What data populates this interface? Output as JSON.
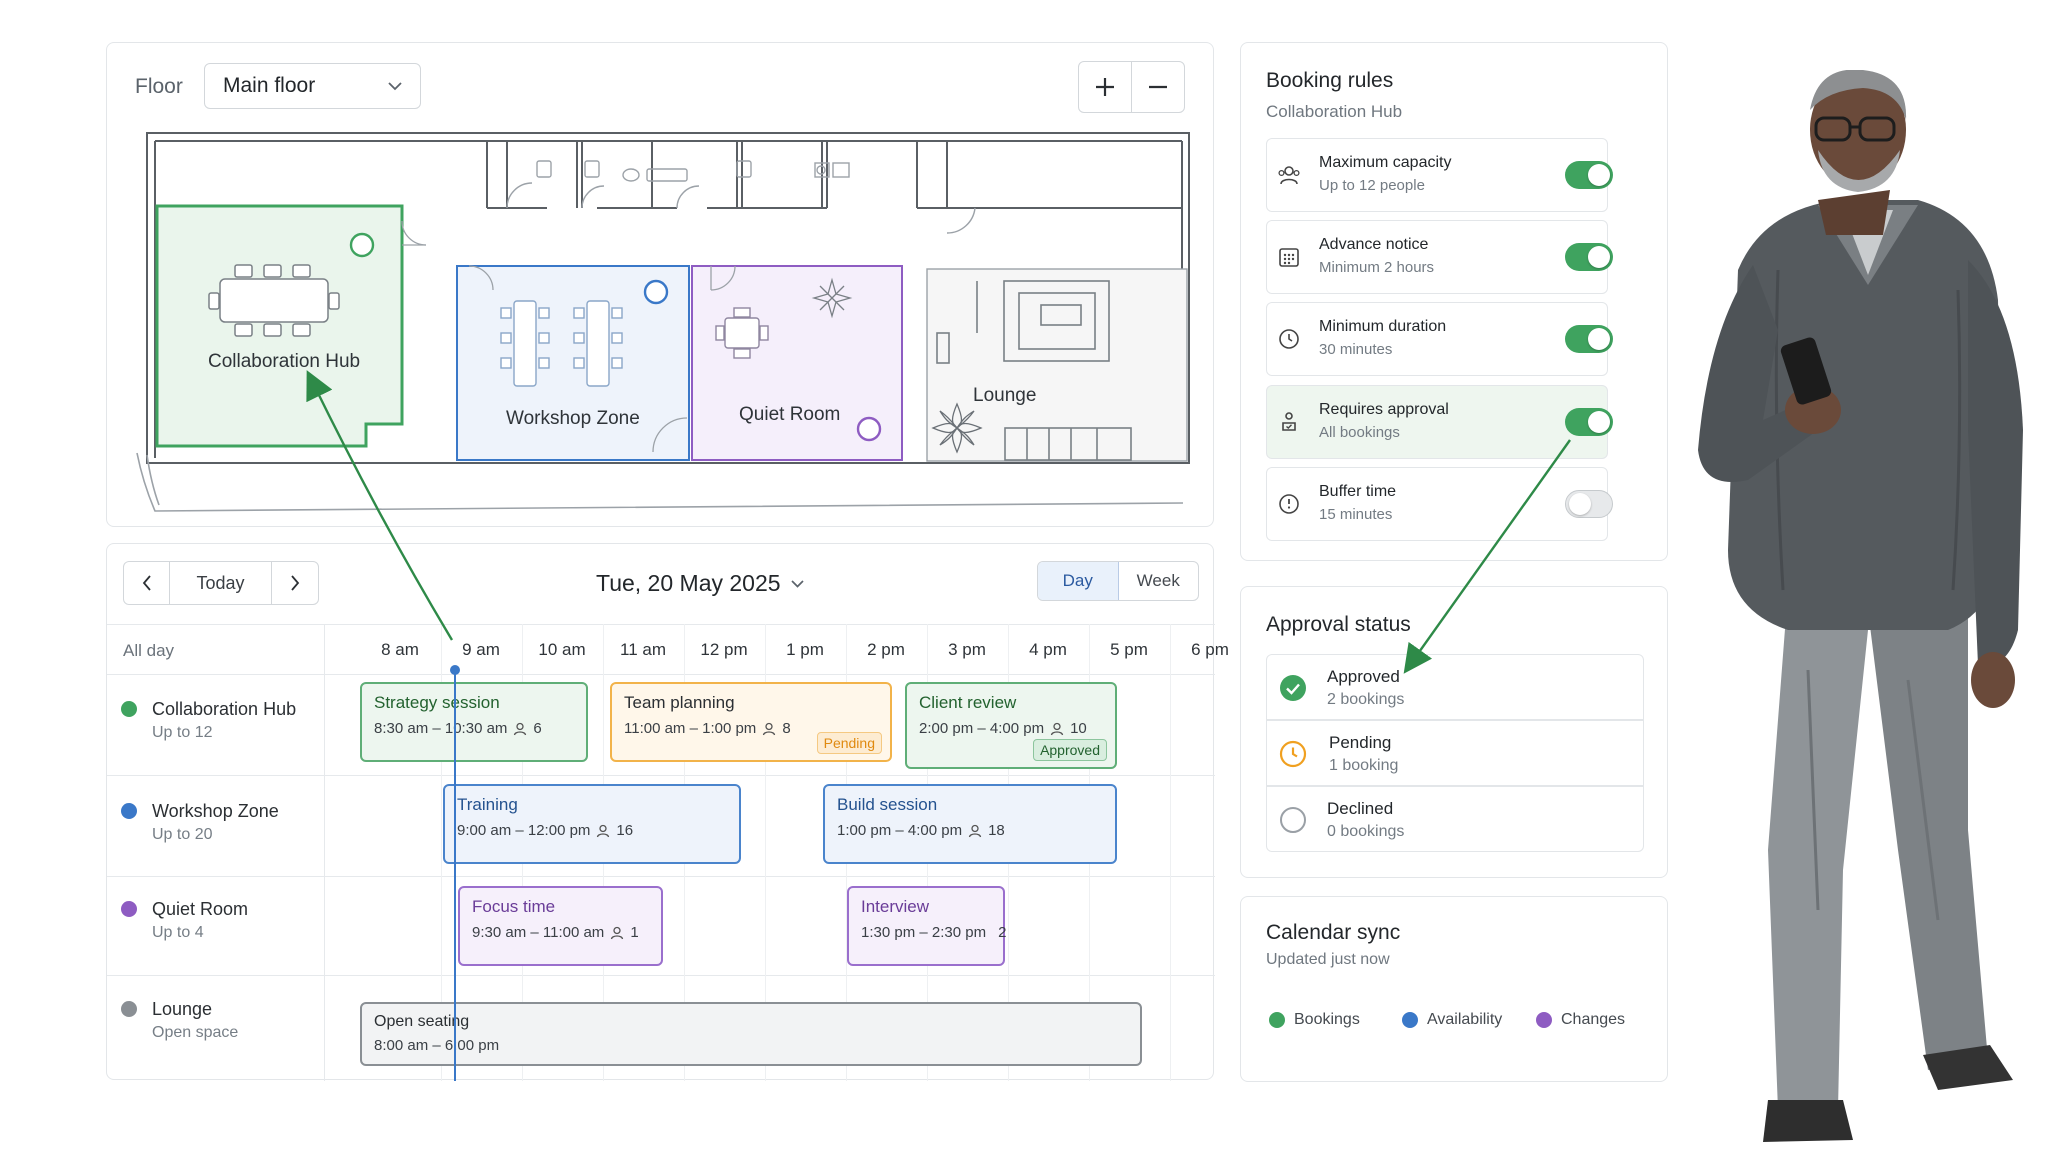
{
  "floor": {
    "label": "Floor",
    "selected": "Main floor",
    "zoom_in_icon": "plus-icon",
    "zoom_out_icon": "minus-icon",
    "rooms": {
      "collab": "Collaboration Hub",
      "workshop": "Workshop Zone",
      "quiet": "Quiet Room",
      "lounge": "Lounge"
    }
  },
  "calendar": {
    "today_label": "Today",
    "date": "Tue, 20 May 2025",
    "views": {
      "day": "Day",
      "week": "Week"
    },
    "all_day": "All day",
    "hours": [
      "8 am",
      "9 am",
      "10 am",
      "11 am",
      "12 pm",
      "1 pm",
      "2 pm",
      "3 pm",
      "4 pm",
      "5 pm",
      "6 pm"
    ],
    "rooms": [
      {
        "name": "Collaboration Hub",
        "capacity": "Up to 12",
        "color": "#3fa35f"
      },
      {
        "name": "Workshop Zone",
        "capacity": "Up to 20",
        "color": "#3a78c8"
      },
      {
        "name": "Quiet Room",
        "capacity": "Up to 4",
        "color": "#8e5cc2"
      },
      {
        "name": "Lounge",
        "capacity": "Open space",
        "color": "#8a8f94"
      }
    ],
    "events": [
      {
        "title": "Strategy session",
        "time": "8:30 am – 10:30 am",
        "people": "6"
      },
      {
        "title": "Team planning",
        "time": "11:00 am – 1:00 pm",
        "people": "8",
        "badge": "Pending"
      },
      {
        "title": "Client review",
        "time": "2:00 pm – 4:00 pm",
        "people": "10",
        "badge": "Approved"
      },
      {
        "title": "Training",
        "time": "9:00 am – 12:00 pm",
        "people": "16"
      },
      {
        "title": "Build session",
        "time": "1:00 pm – 4:00 pm",
        "people": "18"
      },
      {
        "title": "Focus time",
        "time": "9:30 am – 11:00 am",
        "people": "1"
      },
      {
        "title": "Interview",
        "time": "1:30 pm – 2:30 pm",
        "people": "2"
      },
      {
        "title": "Open seating",
        "time": "8:00 am – 6:00 pm"
      }
    ]
  },
  "booking_rules": {
    "title": "Booking rules",
    "subtitle": "Collaboration Hub",
    "rules": [
      {
        "name": "Maximum capacity",
        "desc": "Up to 12 people",
        "icon": "people-icon",
        "enabled": true
      },
      {
        "name": "Advance notice",
        "desc": "Minimum 2 hours",
        "icon": "calendar-icon",
        "enabled": true
      },
      {
        "name": "Minimum duration",
        "desc": "30 minutes",
        "icon": "clock-icon",
        "enabled": true
      },
      {
        "name": "Requires approval",
        "desc": "All bookings",
        "icon": "approval-icon",
        "enabled": true
      },
      {
        "name": "Buffer time",
        "desc": "15 minutes",
        "icon": "timer-icon",
        "enabled": false
      }
    ]
  },
  "approval_status": {
    "title": "Approval status",
    "items": [
      {
        "name": "Approved",
        "count": "2 bookings",
        "color": "#3fa35f"
      },
      {
        "name": "Pending",
        "count": "1 booking",
        "color": "#f0a020"
      },
      {
        "name": "Declined",
        "count": "0 bookings",
        "color": "#9aa0a6"
      }
    ]
  },
  "calendar_sync": {
    "title": "Calendar sync",
    "subtitle": "Updated just now",
    "legend": [
      {
        "name": "Bookings",
        "color": "#3fa35f"
      },
      {
        "name": "Availability",
        "color": "#3a78c8"
      },
      {
        "name": "Changes",
        "color": "#8e5cc2"
      }
    ]
  },
  "colors": {
    "green": "#3fa35f",
    "blue": "#3a78c8",
    "purple": "#8e5cc2",
    "orange": "#f0a020",
    "grey": "#8a8f94"
  }
}
